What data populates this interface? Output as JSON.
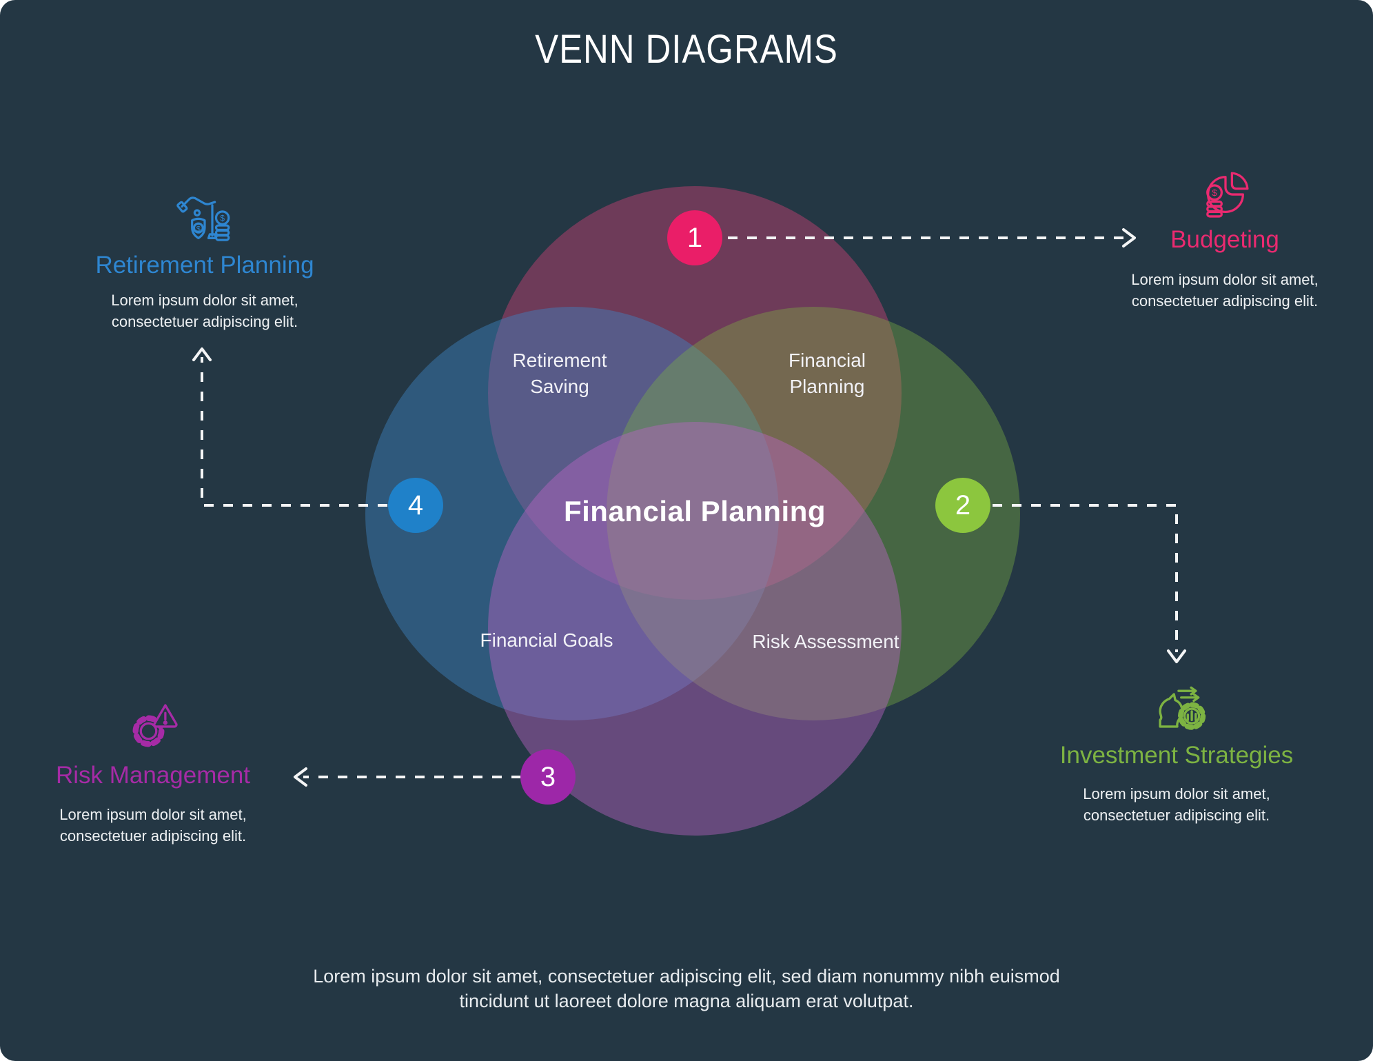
{
  "title": "VENN DIAGRAMS",
  "colors": {
    "background": "#243744",
    "budgeting_pink": "#ea2a70",
    "investment_green": "#7db342",
    "risk_purple": "#a62ba6",
    "retirement_blue": "#2e86d1",
    "badge_1": "#ea1e68",
    "badge_2": "#8cc63e",
    "badge_3": "#9d27a8",
    "badge_4": "#1f81c9",
    "circle_top": "rgba(214,64,118,0.42)",
    "circle_left": "rgba(62,130,192,0.45)",
    "circle_right": "rgba(125,179,66,0.38)",
    "circle_bottom": "rgba(186,100,196,0.44)"
  },
  "venn": {
    "center_label": "Financial Planning",
    "overlaps": [
      {
        "position": "top-left",
        "label": "Retirement Saving"
      },
      {
        "position": "top-right",
        "label": "Financial Planning"
      },
      {
        "position": "bottom-left",
        "label": "Financial Goals"
      },
      {
        "position": "bottom-right",
        "label": "Risk Assessment"
      }
    ]
  },
  "sections": [
    {
      "number": "1",
      "name": "Budgeting",
      "icon": "pie-chart-coins-icon",
      "description": "Lorem ipsum dolor sit amet, consectetuer adipiscing elit."
    },
    {
      "number": "2",
      "name": "Investment Strategies",
      "icon": "chess-knight-gear-icon",
      "description": "Lorem ipsum dolor sit amet, consectetuer adipiscing elit."
    },
    {
      "number": "3",
      "name": "Risk Management",
      "icon": "gear-warning-icon",
      "description": "Lorem ipsum dolor sit amet, consectetuer adipiscing elit."
    },
    {
      "number": "4",
      "name": "Retirement Planning",
      "icon": "hand-savings-shield-icon",
      "description": "Lorem ipsum dolor sit amet, consectetuer adipiscing elit."
    }
  ],
  "footer": "Lorem ipsum dolor sit amet, consectetuer adipiscing elit, sed diam nonummy nibh euismod tincidunt ut laoreet dolore magna aliquam erat volutpat."
}
